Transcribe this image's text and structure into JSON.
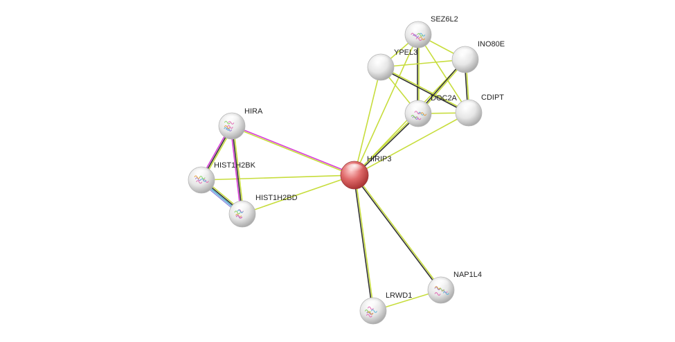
{
  "colors": {
    "textmining": "#c7dd3c",
    "coexpression": "#333333",
    "experiments": "#d83cd8",
    "curated_db": "#4fb3d6",
    "homology": "#9090e0",
    "query_node": "#d95a5a",
    "node": "#e4e4e4"
  },
  "network": {
    "nodes": [
      {
        "id": "HIRIP3",
        "label": "HIRIP3",
        "query": true,
        "icon": "none"
      },
      {
        "id": "SEZ6L2",
        "label": "SEZ6L2",
        "icon": "protein-structure-icon"
      },
      {
        "id": "INO80E",
        "label": "INO80E",
        "icon": "none"
      },
      {
        "id": "YPEL3",
        "label": "YPEL3",
        "icon": "none"
      },
      {
        "id": "DOC2A",
        "label": "DOC2A",
        "icon": "protein-structure-icon"
      },
      {
        "id": "CDIPT",
        "label": "CDIPT",
        "icon": "none"
      },
      {
        "id": "HIRA",
        "label": "HIRA",
        "icon": "protein-structure-icon"
      },
      {
        "id": "HIST1H2BK",
        "label": "HIST1H2BK",
        "icon": "protein-structure-icon"
      },
      {
        "id": "HIST1H2BD",
        "label": "HIST1H2BD",
        "icon": "protein-structure-icon"
      },
      {
        "id": "NAP1L4",
        "label": "NAP1L4",
        "icon": "protein-structure-icon"
      },
      {
        "id": "LRWD1",
        "label": "LRWD1",
        "icon": "protein-structure-icon"
      }
    ],
    "edges": [
      {
        "source": "HIRIP3",
        "target": "HIRA",
        "evidence": [
          "textmining",
          "experiments"
        ]
      },
      {
        "source": "HIRIP3",
        "target": "HIST1H2BK",
        "evidence": [
          "textmining"
        ]
      },
      {
        "source": "HIRIP3",
        "target": "HIST1H2BD",
        "evidence": [
          "textmining"
        ]
      },
      {
        "source": "HIRIP3",
        "target": "NAP1L4",
        "evidence": [
          "textmining",
          "coexpression"
        ]
      },
      {
        "source": "HIRIP3",
        "target": "LRWD1",
        "evidence": [
          "textmining",
          "coexpression"
        ]
      },
      {
        "source": "HIRIP3",
        "target": "DOC2A",
        "evidence": [
          "textmining",
          "coexpression"
        ]
      },
      {
        "source": "HIRIP3",
        "target": "YPEL3",
        "evidence": [
          "textmining"
        ]
      },
      {
        "source": "HIRIP3",
        "target": "SEZ6L2",
        "evidence": [
          "textmining"
        ]
      },
      {
        "source": "HIRIP3",
        "target": "INO80E",
        "evidence": [
          "textmining"
        ]
      },
      {
        "source": "HIRIP3",
        "target": "CDIPT",
        "evidence": [
          "textmining"
        ]
      },
      {
        "source": "HIRA",
        "target": "HIST1H2BK",
        "evidence": [
          "textmining",
          "coexpression",
          "experiments"
        ]
      },
      {
        "source": "HIRA",
        "target": "HIST1H2BD",
        "evidence": [
          "textmining",
          "coexpression",
          "experiments"
        ]
      },
      {
        "source": "HIST1H2BK",
        "target": "HIST1H2BD",
        "evidence": [
          "textmining",
          "coexpression",
          "curated_db",
          "homology"
        ]
      },
      {
        "source": "NAP1L4",
        "target": "LRWD1",
        "evidence": [
          "textmining"
        ]
      },
      {
        "source": "SEZ6L2",
        "target": "INO80E",
        "evidence": [
          "textmining"
        ]
      },
      {
        "source": "SEZ6L2",
        "target": "YPEL3",
        "evidence": [
          "textmining"
        ]
      },
      {
        "source": "SEZ6L2",
        "target": "DOC2A",
        "evidence": [
          "textmining",
          "coexpression"
        ]
      },
      {
        "source": "SEZ6L2",
        "target": "CDIPT",
        "evidence": [
          "textmining"
        ]
      },
      {
        "source": "YPEL3",
        "target": "INO80E",
        "evidence": [
          "textmining"
        ]
      },
      {
        "source": "YPEL3",
        "target": "DOC2A",
        "evidence": [
          "textmining"
        ]
      },
      {
        "source": "YPEL3",
        "target": "CDIPT",
        "evidence": [
          "textmining",
          "coexpression"
        ]
      },
      {
        "source": "INO80E",
        "target": "DOC2A",
        "evidence": [
          "textmining",
          "coexpression"
        ]
      },
      {
        "source": "INO80E",
        "target": "CDIPT",
        "evidence": [
          "textmining",
          "coexpression"
        ]
      },
      {
        "source": "DOC2A",
        "target": "CDIPT",
        "evidence": [
          "textmining"
        ]
      }
    ]
  }
}
